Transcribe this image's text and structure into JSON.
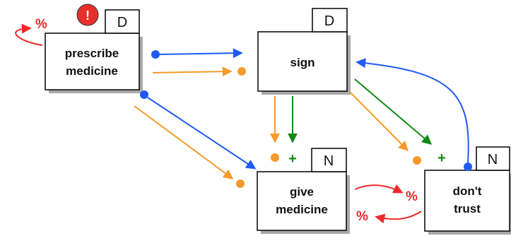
{
  "nodes": {
    "prescribe": {
      "line1": "prescribe",
      "line2": "medicine",
      "tag": "D",
      "alert": "!"
    },
    "sign": {
      "line1": "sign",
      "tag": "D"
    },
    "give": {
      "line1": "give",
      "line2": "medicine",
      "tag": "N"
    },
    "trust": {
      "line1": "don't",
      "line2": "trust",
      "tag": "N"
    }
  },
  "markers": {
    "percent": "%",
    "plus": "+"
  },
  "colors": {
    "blue": "#1f5af5",
    "orange": "#f59a2a",
    "green": "#0f8a15",
    "red": "#ee2a2a",
    "box_shadow": "#a9a9a9",
    "box_border": "#000000",
    "alert_fill": "#e7302c"
  }
}
